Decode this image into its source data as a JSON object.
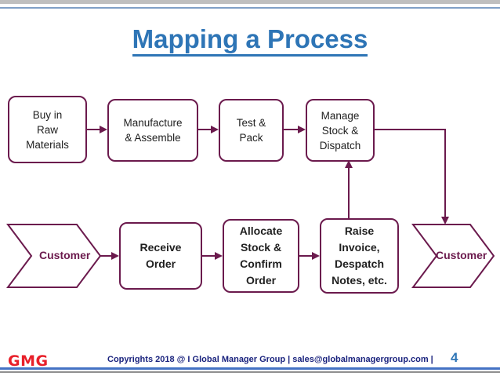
{
  "slide": {
    "title": "Mapping a Process",
    "page_number": "4"
  },
  "process_top": [
    {
      "label": "Buy in\nRaw\nMaterials"
    },
    {
      "label": "Manufacture\n& Assemble"
    },
    {
      "label": "Test &\nPack"
    },
    {
      "label": "Manage\nStock &\nDispatch"
    }
  ],
  "process_bottom": [
    {
      "label": "Receive\nOrder"
    },
    {
      "label": "Allocate\nStock &\nConfirm\nOrder"
    },
    {
      "label": "Raise\nInvoice,\nDespatch\nNotes, etc."
    }
  ],
  "endpoints": {
    "start_label": "Customer",
    "end_label": "Customer"
  },
  "footer": {
    "logo_text": "GMG",
    "copyright": "Copyrights 2018 @ I Global Manager Group  |  sales@globalmanagergroup.com  |"
  },
  "colors": {
    "title": "#2e75b6",
    "box_border": "#6b1a4d",
    "logo": "#e8202a"
  }
}
